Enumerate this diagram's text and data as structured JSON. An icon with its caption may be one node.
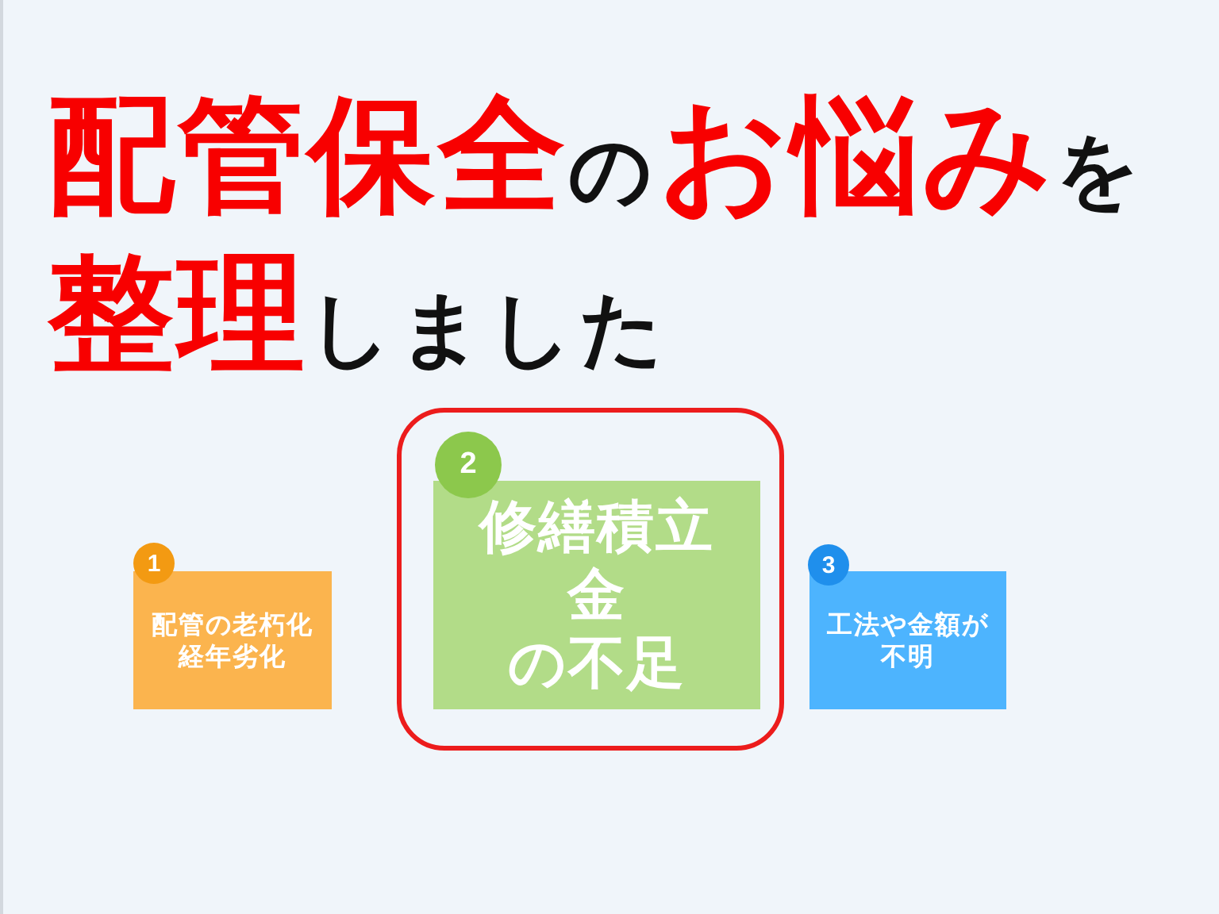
{
  "diagram": {
    "title": "**配管保全**の**お悩み**を**整理**しました",
    "nodes": [
      {
        "text": [
          "1",
          "配管の老朽化",
          "経年劣化"
        ]
      },
      {
        "text": [],
        "shape": "box"
      },
      {
        "text": [
          "2",
          "修繕積立金",
          "の不足"
        ],
        "in": 1
      },
      {
        "text": [
          "3",
          "工法や金額が不明"
        ]
      }
    ]
  }
}
